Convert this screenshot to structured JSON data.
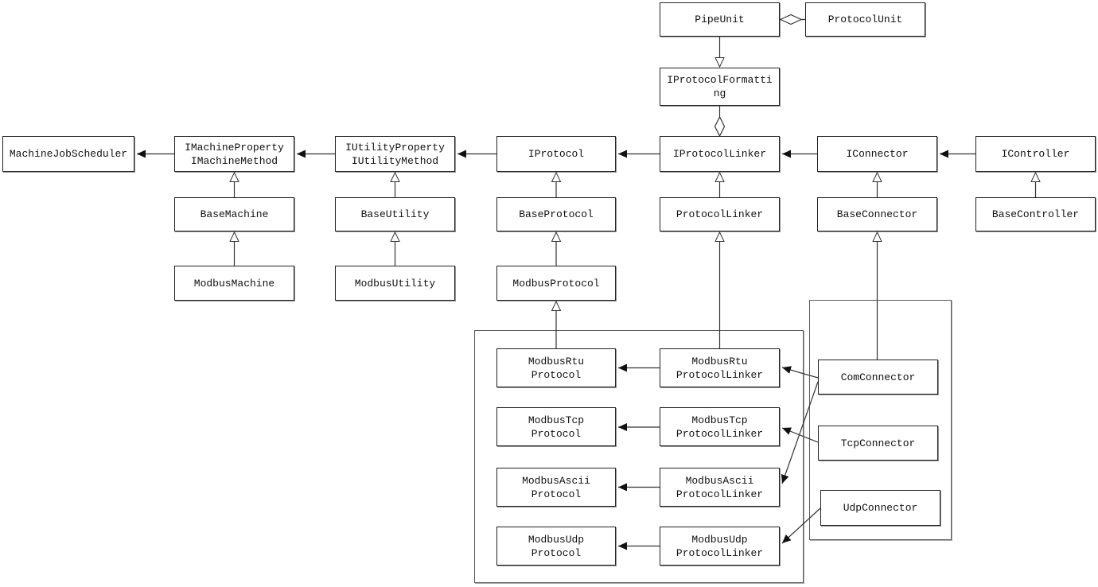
{
  "diagram_type": "uml-class-diagram",
  "nodes": {
    "pipe_unit": {
      "label": "PipeUnit"
    },
    "protocol_unit": {
      "label": "ProtocolUnit"
    },
    "i_protocol_formatting": {
      "lines": [
        "IProtocolFormatti",
        "ng"
      ]
    },
    "machine_job_scheduler": {
      "label": "MachineJobScheduler"
    },
    "i_machine": {
      "lines": [
        "IMachineProperty",
        "IMachineMethod"
      ]
    },
    "i_utility": {
      "lines": [
        "IUtilityProperty",
        "IUtilityMethod"
      ]
    },
    "i_protocol": {
      "label": "IProtocol"
    },
    "i_protocol_linker": {
      "label": "IProtocolLinker"
    },
    "i_connector": {
      "label": "IConnector"
    },
    "i_controller": {
      "label": "IController"
    },
    "base_machine": {
      "label": "BaseMachine"
    },
    "base_utility": {
      "label": "BaseUtility"
    },
    "base_protocol": {
      "label": "BaseProtocol"
    },
    "protocol_linker": {
      "label": "ProtocolLinker"
    },
    "base_connector": {
      "label": "BaseConnector"
    },
    "base_controller": {
      "label": "BaseController"
    },
    "modbus_machine": {
      "label": "ModbusMachine"
    },
    "modbus_utility": {
      "label": "ModbusUtility"
    },
    "modbus_protocol": {
      "label": "ModbusProtocol"
    },
    "modbus_rtu_protocol": {
      "lines": [
        "ModbusRtu",
        "Protocol"
      ]
    },
    "modbus_rtu_protocol_linker": {
      "lines": [
        "ModbusRtu",
        "ProtocolLinker"
      ]
    },
    "modbus_tcp_protocol": {
      "lines": [
        "ModbusTcp",
        "Protocol"
      ]
    },
    "modbus_tcp_protocol_linker": {
      "lines": [
        "ModbusTcp",
        "ProtocolLinker"
      ]
    },
    "modbus_ascii_protocol": {
      "lines": [
        "ModbusAscii",
        "Protocol"
      ]
    },
    "modbus_ascii_protocol_linker": {
      "lines": [
        "ModbusAscii",
        "ProtocolLinker"
      ]
    },
    "modbus_udp_protocol": {
      "lines": [
        "ModbusUdp",
        "Protocol"
      ]
    },
    "modbus_udp_protocol_linker": {
      "lines": [
        "ModbusUdp",
        "ProtocolLinker"
      ]
    },
    "com_connector": {
      "label": "ComConnector"
    },
    "tcp_connector": {
      "label": "TcpConnector"
    },
    "udp_connector": {
      "label": "UdpConnector"
    }
  },
  "edges": [
    {
      "whole": "PipeUnit",
      "part": "ProtocolUnit",
      "type": "aggregation"
    },
    {
      "from": "PipeUnit",
      "to": "IProtocolFormatting",
      "type": "hollow-arrow"
    },
    {
      "whole": "IProtocolLinker",
      "part": "IProtocolFormatting",
      "type": "aggregation"
    },
    {
      "from": "IMachineProperty/IMachineMethod",
      "to": "MachineJobScheduler",
      "type": "association"
    },
    {
      "from": "IUtilityProperty/IUtilityMethod",
      "to": "IMachineProperty/IMachineMethod",
      "type": "association"
    },
    {
      "from": "IProtocol",
      "to": "IUtilityProperty/IUtilityMethod",
      "type": "association"
    },
    {
      "from": "IProtocolLinker",
      "to": "IProtocol",
      "type": "association"
    },
    {
      "from": "IConnector",
      "to": "IProtocolLinker",
      "type": "association"
    },
    {
      "from": "IController",
      "to": "IConnector",
      "type": "association"
    },
    {
      "from": "BaseMachine",
      "to": "IMachineProperty/IMachineMethod",
      "type": "realization"
    },
    {
      "from": "BaseUtility",
      "to": "IUtilityProperty/IUtilityMethod",
      "type": "realization"
    },
    {
      "from": "BaseProtocol",
      "to": "IProtocol",
      "type": "realization"
    },
    {
      "from": "ProtocolLinker",
      "to": "IProtocolLinker",
      "type": "realization"
    },
    {
      "from": "BaseConnector",
      "to": "IConnector",
      "type": "realization"
    },
    {
      "from": "BaseController",
      "to": "IController",
      "type": "realization"
    },
    {
      "from": "ModbusMachine",
      "to": "BaseMachine",
      "type": "generalization"
    },
    {
      "from": "ModbusUtility",
      "to": "BaseUtility",
      "type": "generalization"
    },
    {
      "from": "ModbusProtocol",
      "to": "BaseProtocol",
      "type": "generalization"
    },
    {
      "from": "ModbusRtuProtocol",
      "to": "ModbusProtocol",
      "type": "generalization"
    },
    {
      "from": "ModbusRtuProtocolLinker",
      "to": "ProtocolLinker",
      "type": "generalization"
    },
    {
      "from": "ComConnector",
      "to": "BaseConnector",
      "type": "generalization"
    },
    {
      "from": "ModbusRtuProtocolLinker",
      "to": "ModbusRtuProtocol",
      "type": "association"
    },
    {
      "from": "ModbusTcpProtocolLinker",
      "to": "ModbusTcpProtocol",
      "type": "association"
    },
    {
      "from": "ModbusAsciiProtocolLinker",
      "to": "ModbusAsciiProtocol",
      "type": "association"
    },
    {
      "from": "ModbusUdpProtocolLinker",
      "to": "ModbusUdpProtocol",
      "type": "association"
    },
    {
      "from": "ComConnector",
      "to": "ModbusRtuProtocolLinker",
      "type": "association"
    },
    {
      "from": "ComConnector",
      "to": "ModbusAsciiProtocolLinker",
      "type": "association"
    },
    {
      "from": "TcpConnector",
      "to": "ModbusTcpProtocolLinker",
      "type": "association"
    },
    {
      "from": "UdpConnector",
      "to": "ModbusUdpProtocolLinker",
      "type": "association"
    }
  ],
  "colors": {
    "background": "#ffffff",
    "box_fill": "#ffffff",
    "box_border": "#222222",
    "box_shadow": "#8f8f8f",
    "group_border": "#5a5a5a",
    "line": "#333333",
    "arrow_fill": "#111111",
    "text": "#111111"
  }
}
